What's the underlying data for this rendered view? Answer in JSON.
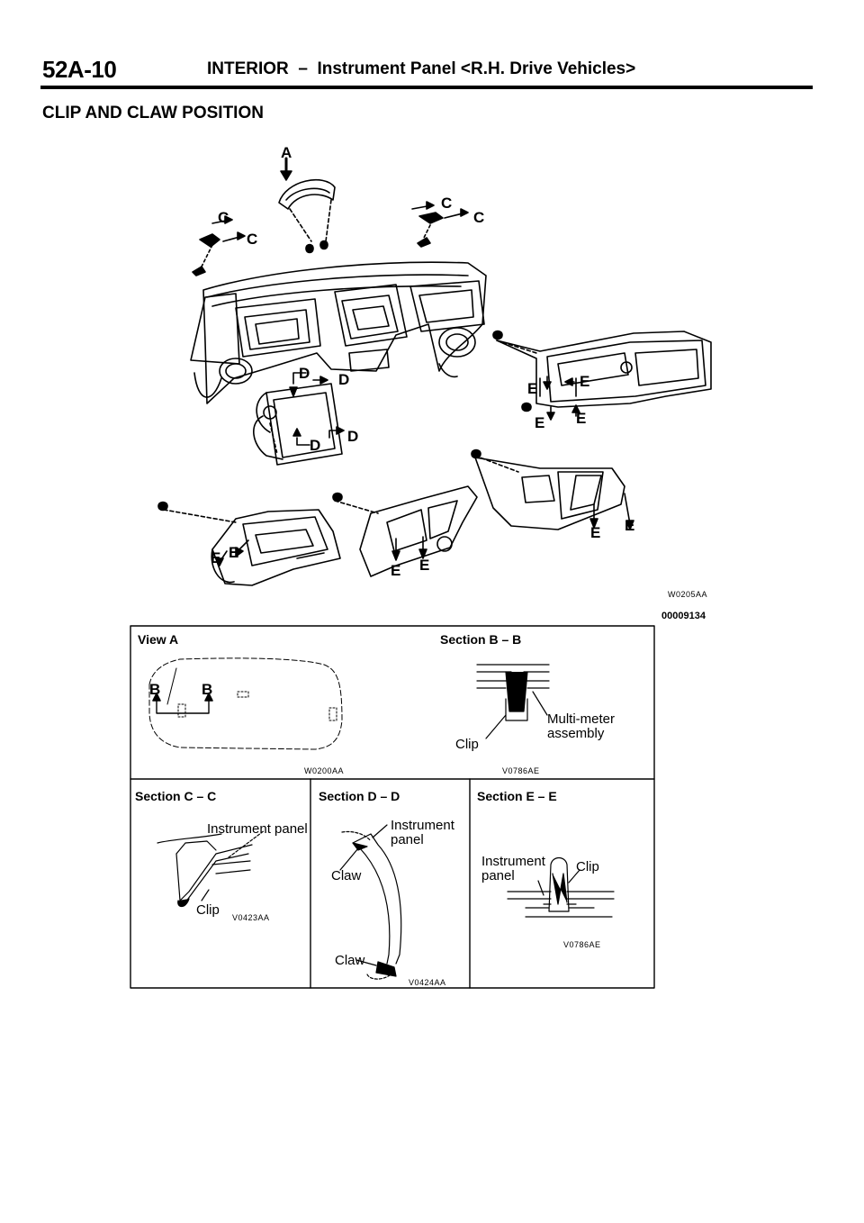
{
  "header": {
    "page_number": "52A-10",
    "title": "INTERIOR  –  Instrument Panel <R.H. Drive Vehicles>"
  },
  "section": {
    "title": "CLIP AND CLAW POSITION"
  },
  "main_figure": {
    "callouts": {
      "a": "A",
      "c": "C",
      "d": "D",
      "e": "E"
    },
    "figure_code": "W0205AA",
    "doc_code": "00009134"
  },
  "detail_table": {
    "view_a": {
      "title": "View A",
      "b_label": "B",
      "code": "W0200AA"
    },
    "section_bb": {
      "title": "Section B – B",
      "label_meter_1": "Multi-meter",
      "label_meter_2": "assembly",
      "label_clip": "Clip",
      "code": "V0786AE"
    },
    "section_cc": {
      "title": "Section C – C",
      "label_panel": "Instrument panel",
      "label_clip": "Clip",
      "code": "V0423AA"
    },
    "section_dd": {
      "title": "Section D – D",
      "label_panel_1": "Instrument",
      "label_panel_2": "panel",
      "label_claw": "Claw",
      "code": "V0424AA"
    },
    "section_ee": {
      "title": "Section E – E",
      "label_panel_1": "Instrument",
      "label_panel_2": "panel",
      "label_clip": "Clip",
      "code": "V0786AE"
    }
  }
}
